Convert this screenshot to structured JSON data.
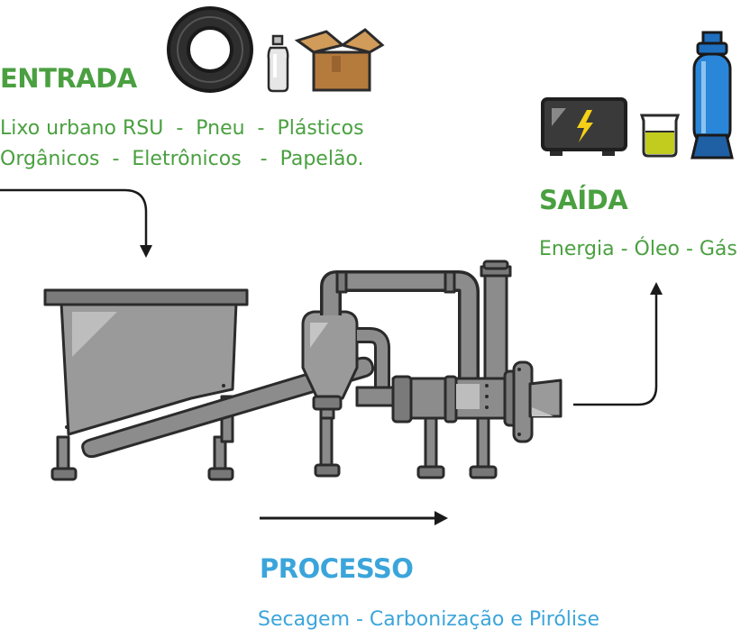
{
  "entrada": {
    "title": "ENTRADA",
    "line1": "Lixo urbano RSU  -  Pneu  -  Plásticos",
    "line2": "Orgânicos  -  Eletrônicos   -  Papelão.",
    "icons": [
      "tire-icon",
      "plastic-bottle-icon",
      "cardboard-box-icon"
    ]
  },
  "saida": {
    "title": "SAÍDA",
    "desc": "Energia - Óleo - Gás",
    "icons": [
      "battery-energy-icon",
      "oil-beaker-icon",
      "gas-cylinder-icon"
    ]
  },
  "processo": {
    "title": "PROCESSO",
    "desc": "Secagem - Carbonização e Pirólise"
  },
  "colors": {
    "green": "#4aa040",
    "blue": "#3ba5db",
    "machine_gray": "#8c8c8c",
    "outline": "#2b2b2b",
    "energy_yellow": "#f5d016",
    "oil": "#c2cc1f",
    "cylinder_blue": "#1f6fbf",
    "box_brown": "#b57b3d"
  }
}
